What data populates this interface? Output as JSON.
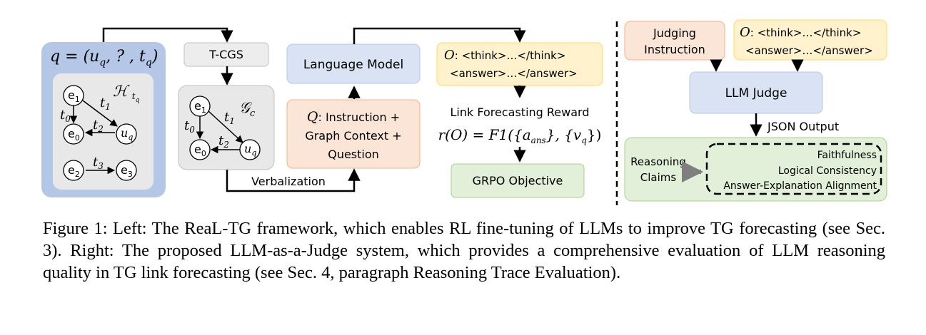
{
  "left": {
    "query_box": {
      "query_prefix": "q = (",
      "query_u": "u",
      "query_u_sub": "q",
      "query_mid": ", ? , ",
      "query_t": "t",
      "query_t_sub": "q",
      "query_suffix": ")",
      "graph_label": "ℋ",
      "graph_label_sub": "t",
      "graph_label_subsub": "q",
      "nodes": {
        "e1": {
          "base": "e",
          "sub": "1"
        },
        "e0": {
          "base": "e",
          "sub": "0"
        },
        "uq": {
          "base": "u",
          "sub": "q"
        },
        "e2": {
          "base": "e",
          "sub": "2"
        },
        "e3": {
          "base": "e",
          "sub": "3"
        }
      },
      "edges": {
        "t0": {
          "base": "t",
          "sub": "0"
        },
        "t1": {
          "base": "t",
          "sub": "1"
        },
        "t2": {
          "base": "t",
          "sub": "2"
        },
        "t3": {
          "base": "t",
          "sub": "3"
        }
      }
    },
    "tcgs_label": "T-CGS",
    "subgraph": {
      "label": "𝒢",
      "label_sub": "c",
      "nodes": {
        "e1": {
          "base": "e",
          "sub": "1"
        },
        "e0": {
          "base": "e",
          "sub": "0"
        },
        "uq": {
          "base": "u",
          "sub": "q"
        }
      },
      "edges": {
        "t0": {
          "base": "t",
          "sub": "0"
        },
        "t1": {
          "base": "t",
          "sub": "1"
        },
        "t2": {
          "base": "t",
          "sub": "2"
        }
      }
    },
    "verbalization_label": "Verbalization",
    "language_model_label": "Language Model",
    "prompt_box": {
      "symbol": "Q",
      "line1": ": Instruction +",
      "line2": "Graph Context +",
      "line3": "Question"
    },
    "output_box": {
      "symbol": "O",
      "line1": ": <think>…</think>",
      "line2": "<answer>…</answer>"
    },
    "reward_title": "Link Forecasting Reward",
    "reward_formula": {
      "lhs": "r(O) = F1({a",
      "a_sub": "ans",
      "mid": "}, {v",
      "v_sub": "q",
      "end": "})"
    },
    "grpo_label": "GRPO Objective"
  },
  "right": {
    "judging_instruction": [
      "Judging",
      "Instruction"
    ],
    "output_box": {
      "symbol": "O",
      "line1": ": <think>…</think>",
      "line2": "<answer>…</answer>"
    },
    "llm_judge_label": "LLM Judge",
    "json_output_label": "JSON Output",
    "reasoning_claims": [
      "Reasoning",
      "Claims"
    ],
    "criteria": [
      "Faithfulness",
      "Logical Consistency",
      "Answer-Explanation Alignment"
    ]
  },
  "colors": {
    "blue_box": "#dae3f3",
    "blue_query_bg": "#b4c7e7",
    "gray_box": "#ededed",
    "gray_inner": "#e8e8e8",
    "orange_box": "#fbe5d6",
    "yellow_box": "#fff2cc",
    "green_box": "#e2f0d9"
  },
  "caption": "Figure 1: Left: The ReaL-TG framework, which enables RL fine-tuning of LLMs to improve TG forecasting (see Sec. 3). Right: The proposed LLM-as-a-Judge system, which provides a comprehensive evaluation of LLM reasoning quality in TG link forecasting (see Sec. 4, paragraph Reasoning Trace Evaluation)."
}
